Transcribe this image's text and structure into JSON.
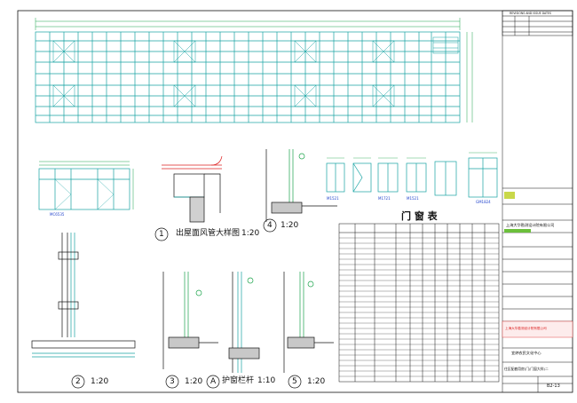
{
  "drawing": {
    "revisions_title": "REVISIONS AND ISSUE DATES",
    "table_title": "门 窗 表",
    "detail_1_title": "出屋面风管大样图",
    "detail_1_scale": "1:20",
    "detail_4_scale": "1:20",
    "detail_2_scale": "1:20",
    "detail_3_scale": "1:20",
    "detail_a_title": "护窗栏杆",
    "detail_a_scale": "1:10",
    "detail_5_scale": "1:20",
    "circle_1": "1",
    "circle_2": "2",
    "circle_3": "3",
    "circle_4": "4",
    "circle_5": "5",
    "circle_a": "A",
    "mark_mc6535": "MC6535",
    "mark_mz1": "M1521",
    "mark_mz2": "M1721",
    "mark_mz3": "M1521",
    "mark_mz4": "GM1824",
    "company_cn": "上海大华勘测设计院有限公司",
    "project_cn": "宜婷农民文化中心",
    "sheet_title_cn": "住区配套用房(门/门窗大样)二",
    "sheet_no": "B2-13",
    "stamp_text": "上海大华勘测设计院有限公司"
  },
  "colors": {
    "line_cyan": "#16a3a3",
    "line_green": "#1aa34a",
    "line_red": "#d22222",
    "line_black": "#111111",
    "line_blue": "#2244cc"
  }
}
